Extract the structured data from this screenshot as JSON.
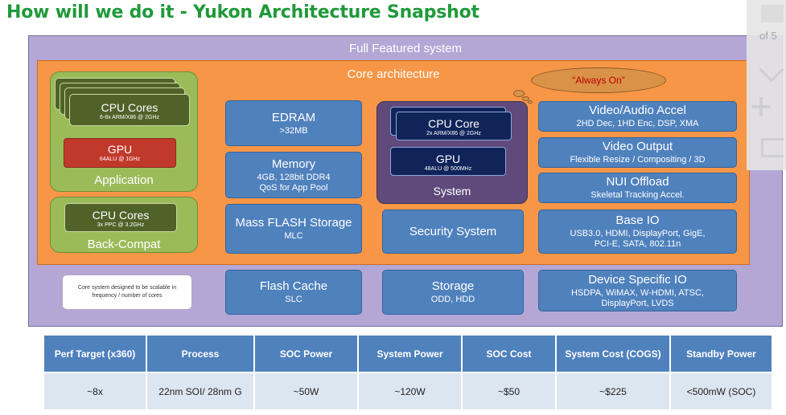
{
  "title": "How will we do it - Yukon Architecture Snapshot",
  "full_system_label": "Full Featured system",
  "core_label": "Core architecture",
  "always_on": "“Always On”",
  "application": {
    "cpu": {
      "title": "CPU Cores",
      "sub": "6-8x ARM/X86 @ 2GHz"
    },
    "gpu": {
      "title": "GPU",
      "sub": "64ALU @ 1GHz"
    },
    "label": "Application"
  },
  "back_compat": {
    "cpu": {
      "title": "CPU Cores",
      "sub": "3x PPC @ 3.2GHz"
    },
    "label": "Back-Compat"
  },
  "edram": {
    "title": "EDRAM",
    "sub": ">32MB"
  },
  "memory": {
    "title": "Memory",
    "sub1": "4GB, 128bit DDR4",
    "sub2": "QoS for App Pool"
  },
  "mass_flash": {
    "title": "Mass FLASH Storage",
    "sub": "MLC"
  },
  "system": {
    "cpu": {
      "title": "CPU Core",
      "sub": "2x ARM/X86 @ 2GHz"
    },
    "gpu": {
      "title": "GPU",
      "sub": "48ALU @ 500MHz"
    },
    "label": "System"
  },
  "security": {
    "title": "Security System"
  },
  "video_audio": {
    "title": "Video/Audio Accel",
    "sub": "2HD Dec, 1HD Enc, DSP, XMA"
  },
  "video_output": {
    "title": "Video Output",
    "sub": "Flexible Resize / Compositing / 3D"
  },
  "nui": {
    "title": "NUI Offload",
    "sub": "Skeletal Tracking Accel."
  },
  "base_io": {
    "title": "Base IO",
    "sub1": "USB3.0, HDMI, DisplayPort, GigE,",
    "sub2": "PCI-E, SATA, 802.11n"
  },
  "flash_cache": {
    "title": "Flash Cache",
    "sub": "SLC"
  },
  "storage": {
    "title": "Storage",
    "sub": "ODD, HDD"
  },
  "device_io": {
    "title": "Device Specific IO",
    "sub1": "HSDPA, WiMAX, W-HDMI, ATSC,",
    "sub2": "DisplayPort, LVDS"
  },
  "note": "Core system designed to be scalable in frequency / number of cores",
  "table": {
    "headers": [
      "Perf Target (x360)",
      "Process",
      "SOC Power",
      "System Power",
      "SOC Cost",
      "System Cost (COGS)",
      "Standby Power"
    ],
    "values": [
      "~8x",
      "22nm SOI/ 28nm G",
      "~50W",
      "~120W",
      "~$50",
      "~$225",
      "<500mW (SOC)"
    ]
  },
  "viewer": {
    "page_text": "of 5"
  },
  "colors": {
    "title": "#1f9a3a",
    "full_system": "#b4a7d6",
    "core": "#f79646",
    "block": "#4f81bd",
    "app_green": "#9bbb59",
    "system_purple": "#604a7b"
  }
}
